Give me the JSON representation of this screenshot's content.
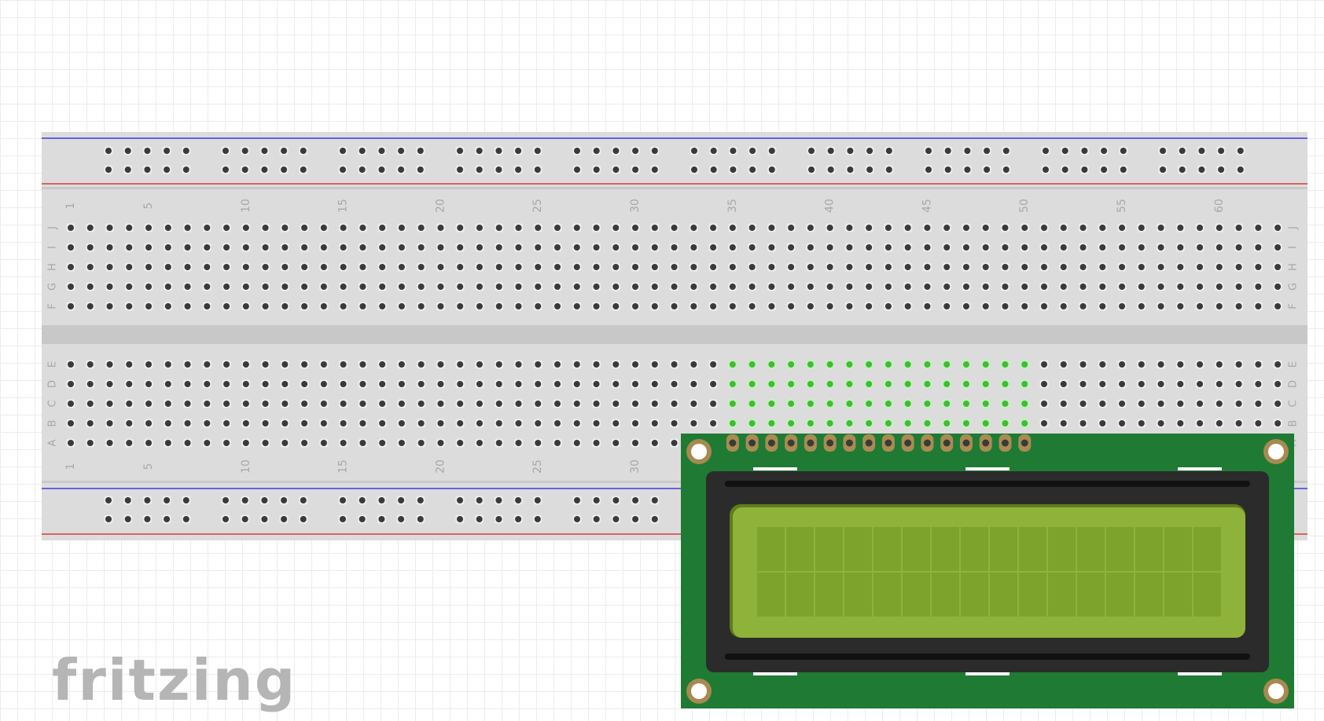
{
  "brand": {
    "logo_text": "fritzing"
  },
  "breadboard": {
    "columns": 63,
    "top_rows": [
      "J",
      "I",
      "H",
      "G",
      "F"
    ],
    "bottom_rows": [
      "E",
      "D",
      "C",
      "B",
      "A"
    ],
    "column_numbers": [
      "1",
      "5",
      "10",
      "15",
      "20",
      "25",
      "30",
      "35",
      "40",
      "45",
      "50",
      "55",
      "60"
    ],
    "rail_groups": 10,
    "connected_columns": [
      35,
      50
    ]
  },
  "lcd": {
    "pin_count": 16,
    "char_cols": 16,
    "char_rows": 2
  },
  "colors": {
    "board": "#dcdcdc",
    "channel": "#c8c8c8",
    "hole": "#3a3a3a",
    "hole_connected": "#3dbf2f",
    "rail_blue": "#3b3bd9",
    "rail_red": "#d93b3b",
    "pcb": "#1f7a34",
    "bezel": "#2b2b2b",
    "lcd_screen": "#8fb33a",
    "lcd_cell": "#7ea32c",
    "logo": "#b5b5b5"
  }
}
